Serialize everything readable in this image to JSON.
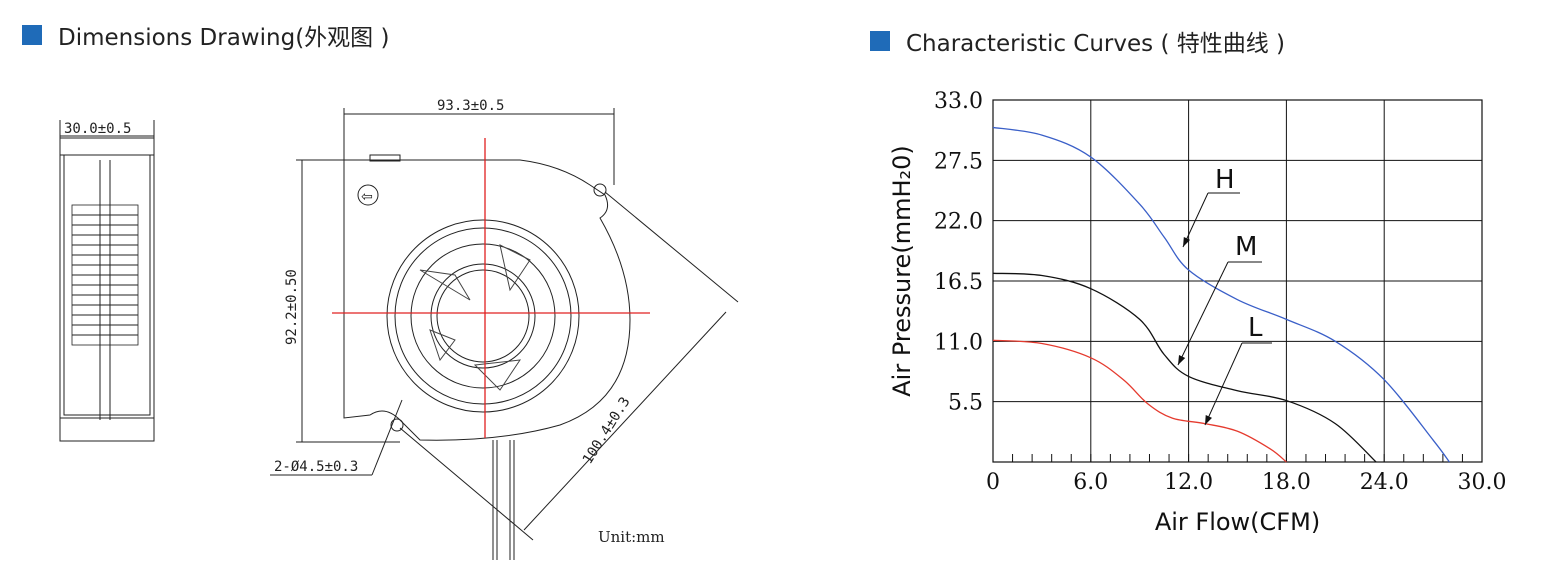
{
  "headers": {
    "dimensions": "Dimensions Drawing(外观图 )",
    "curves": "Characteristic Curves ( 特性曲线 )"
  },
  "colors": {
    "accent": "#1f6bb8",
    "curve_H": "#3a5fc8",
    "curve_M": "#111111",
    "curve_L": "#e53a2e",
    "centerline": "#e02020"
  },
  "drawing": {
    "width_side": "30.0±0.5",
    "width_front": "93.3±0.5",
    "height_front": "92.2±0.50",
    "diagonal": "100.4±0.3",
    "holes": "2-Ø4.5±0.3",
    "unit": "Unit:mm"
  },
  "chart_data": {
    "type": "line",
    "xlabel": "Air Flow(CFM)",
    "ylabel": "Air Pressure(mmH₂0)",
    "xlim": [
      0,
      30
    ],
    "ylim": [
      0,
      33
    ],
    "x_ticks": [
      "0",
      "6.0",
      "12.0",
      "18.0",
      "24.0",
      "30.0"
    ],
    "y_ticks": [
      "33.0",
      "27.5",
      "22.0",
      "16.5",
      "11.0",
      "5.5"
    ],
    "grid": true,
    "series": [
      {
        "name": "H",
        "x": [
          0,
          3,
          6,
          9,
          10.5,
          12,
          15,
          18,
          21,
          24,
          27,
          28
        ],
        "y": [
          30.5,
          29.8,
          27.8,
          23.5,
          20.5,
          17.5,
          14.8,
          13,
          11,
          7.5,
          2,
          0
        ]
      },
      {
        "name": "M",
        "x": [
          0,
          3,
          6,
          9,
          10.5,
          12,
          15,
          18,
          21,
          23.5
        ],
        "y": [
          17.2,
          17,
          15.8,
          13,
          9.8,
          7.8,
          6.5,
          5.6,
          3.5,
          0
        ]
      },
      {
        "name": "L",
        "x": [
          0,
          3,
          6,
          8,
          9.5,
          11,
          13,
          15,
          17,
          18
        ],
        "y": [
          11.1,
          10.8,
          9.5,
          7.5,
          5.3,
          4,
          3.5,
          2.8,
          1.2,
          0
        ]
      }
    ]
  }
}
